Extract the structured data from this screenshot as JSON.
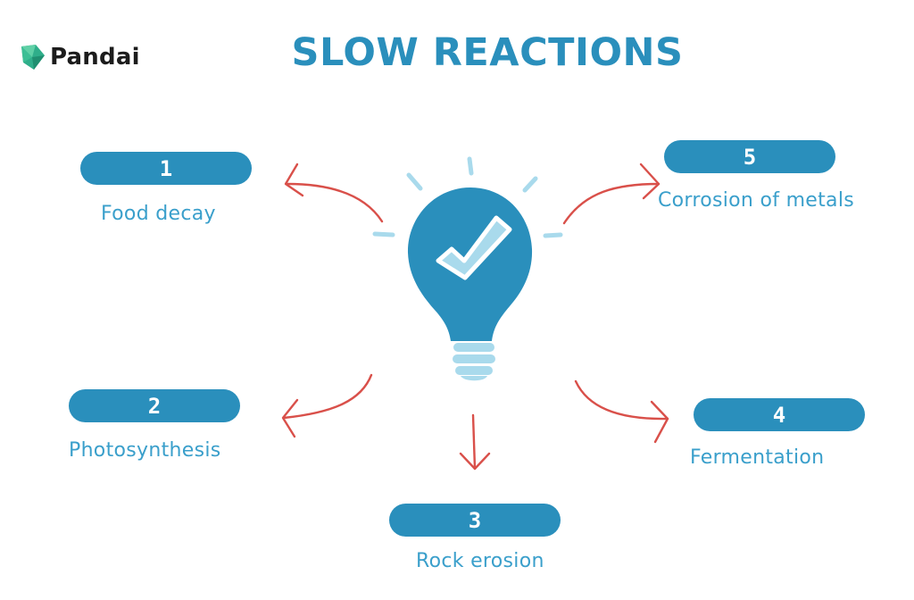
{
  "brand": {
    "name": "Pandai"
  },
  "title": "SLOW REACTIONS",
  "colors": {
    "accent": "#2a8fbc",
    "label": "#3a9fcb",
    "arrow": "#d9504a",
    "ray": "#a9daec"
  },
  "center_icon": "lightbulb-check-icon",
  "reactions": [
    {
      "number": "1",
      "label": "Food decay"
    },
    {
      "number": "2",
      "label": "Photosynthesis"
    },
    {
      "number": "3",
      "label": "Rock erosion"
    },
    {
      "number": "4",
      "label": "Fermentation"
    },
    {
      "number": "5",
      "label": "Corrosion of metals"
    }
  ]
}
